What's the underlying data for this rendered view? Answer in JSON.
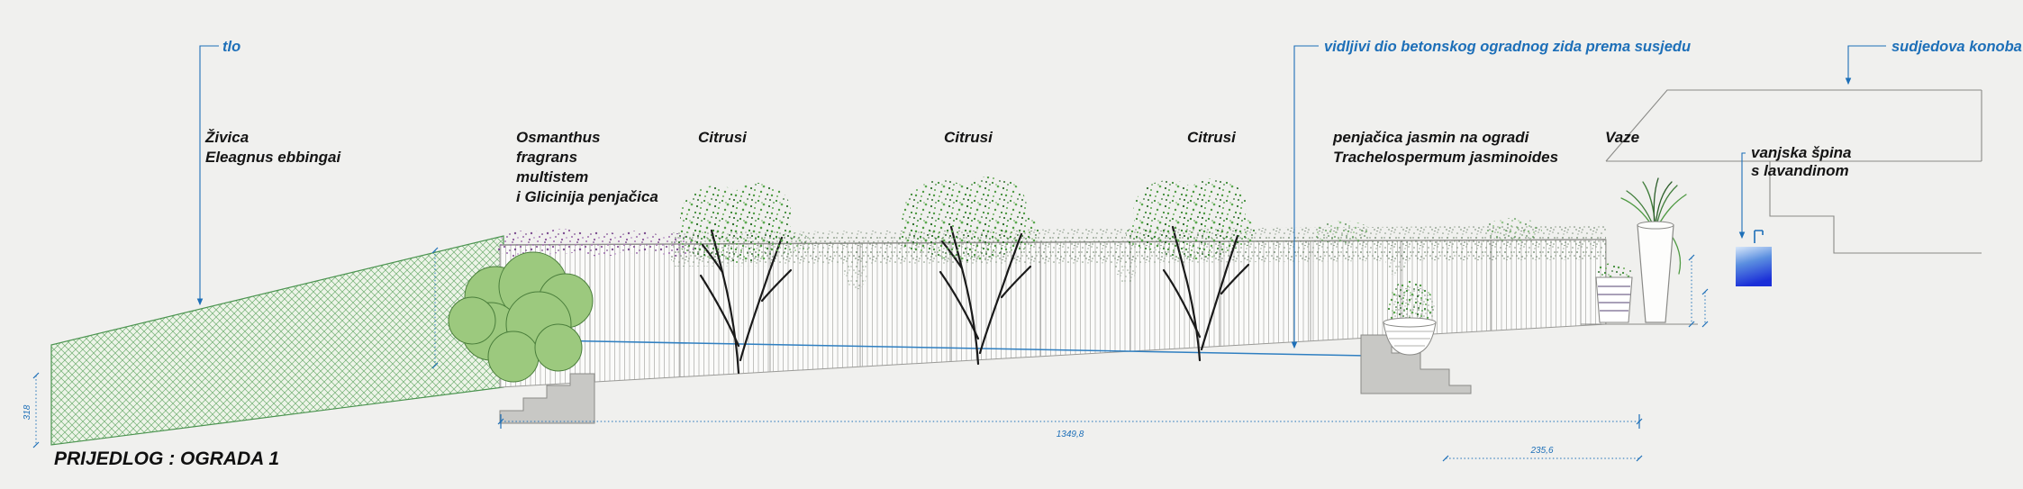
{
  "drawing": {
    "title": "PRIJEDLOG : OGRADA 1"
  },
  "callouts_blue": {
    "ground": "tlo",
    "wall": "vidljivi dio betonskog ogradnog zida prema susjedu",
    "neighbor": "sudjedova konoba"
  },
  "plant_labels": {
    "hedge_1": "Živica",
    "hedge_2": "Eleagnus ebbingai",
    "osmanthus_1": "Osmanthus",
    "osmanthus_2": "fragrans",
    "osmanthus_3": "multistem",
    "osmanthus_4": "i Glicinija penjačica",
    "citrus_1": "Citrusi",
    "citrus_2": "Citrusi",
    "citrus_3": "Citrusi",
    "jasmine_1": "penjačica jasmin na ogradi",
    "jasmine_2": "Trachelospermum jasminoides",
    "vases": "Vaze",
    "tap_1": "vanjska špina",
    "tap_2": "s lavandinom"
  },
  "dimensions": {
    "total_length": "1349,8",
    "terrace_length": "235,6",
    "left_height": "318"
  },
  "colors": {
    "annotation_blue": "#1d6fb8",
    "label_black": "#141414",
    "hedge_green": "#4c9450",
    "foliage_green": "#4f9a43",
    "wisteria_purple": "#8e5a9e",
    "concrete_gray": "#c8c8c5",
    "background": "#f0f0ee",
    "sink_blue": "#1b2fd8"
  }
}
